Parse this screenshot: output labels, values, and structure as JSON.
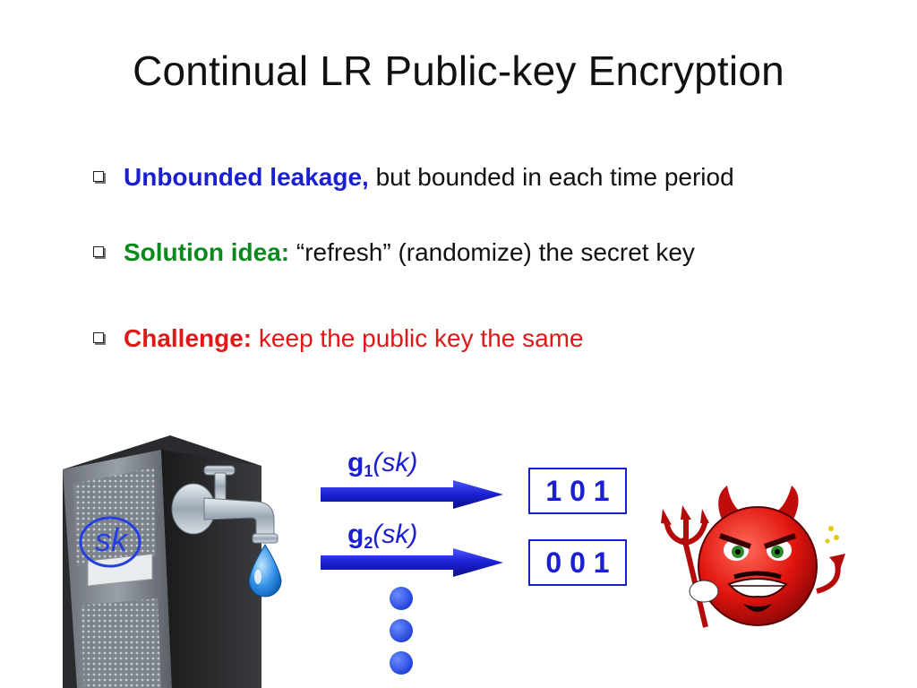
{
  "slide": {
    "title": "Continual LR Public-key Encryption",
    "bullets": [
      {
        "keyword": "Unbounded leakage,",
        "text": " but bounded in each time period"
      },
      {
        "keyword": "Solution idea:",
        "text": " “refresh” (randomize) the secret key"
      },
      {
        "keyword": "Challenge:",
        "text": " keep the public key the same"
      }
    ],
    "server_label": "sk",
    "leak1": {
      "g": "g",
      "sub": "1",
      "arg": "(sk)"
    },
    "leak2": {
      "g": "g",
      "sub": "2",
      "arg": "(sk)"
    },
    "bits1": "1 0 1",
    "bits2": "0 0 1"
  },
  "colors": {
    "keyword_blue": "#1a1fd0",
    "keyword_green": "#0a8a1c",
    "keyword_red": "#e01818",
    "arrow_blue": "#1a1fd0"
  },
  "icons": [
    "server-icon",
    "water-tap-icon",
    "water-drop-icon",
    "arrow-right-icon",
    "ellipsis-dots-icon",
    "devil-icon",
    "pitchfork-icon"
  ]
}
